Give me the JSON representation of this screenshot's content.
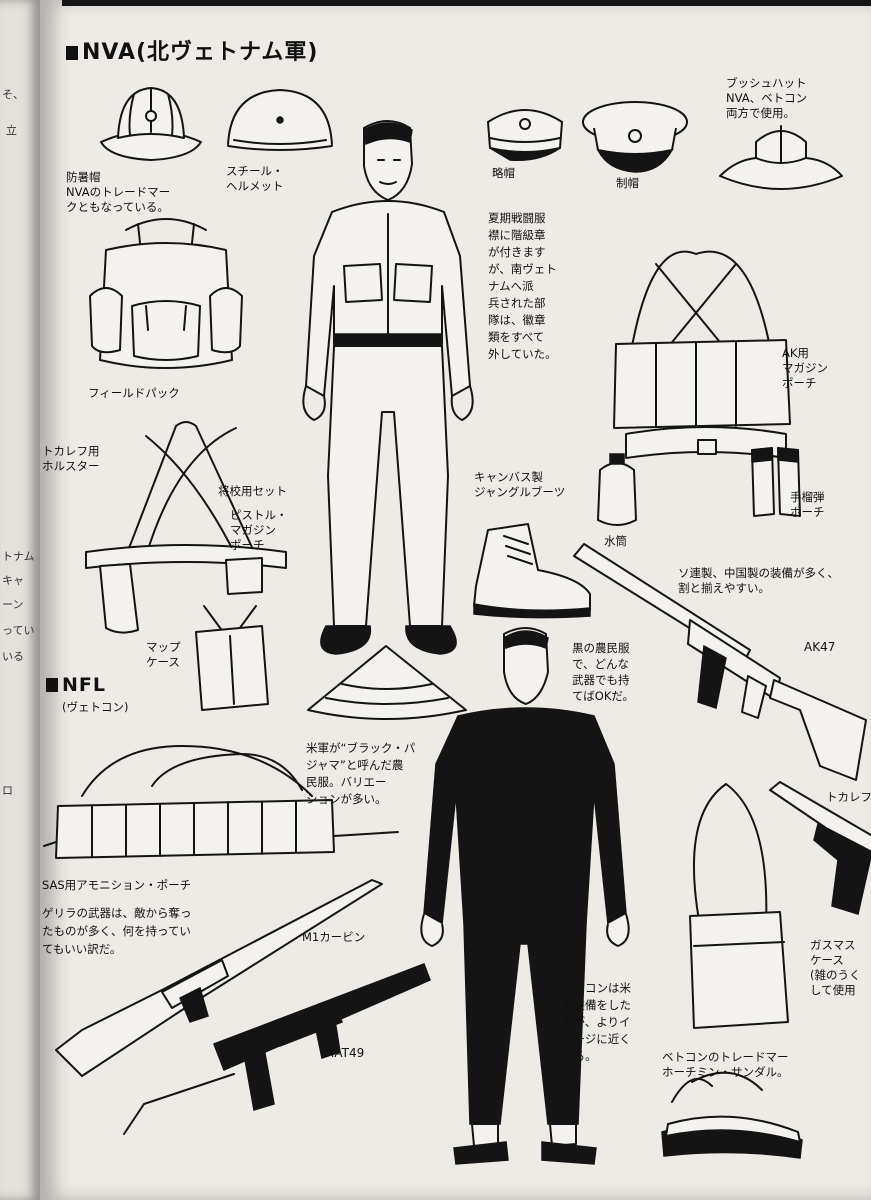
{
  "prev_page": {
    "fragments": [
      "そ、",
      "立",
      "トナム",
      "キャ",
      "ーン",
      "ってい",
      "いる",
      "ロ"
    ]
  },
  "sections": {
    "nva_title": "NVA(北ヴェトナム軍)",
    "nfl_title": "NFL",
    "nfl_subtitle": "(ヴェトコン)"
  },
  "labels": {
    "pith_helmet": "防暑帽\nNVAのトレードマー\nクともなっている。",
    "steel_helmet": "スチール・\nヘルメット",
    "field_cap": "略帽",
    "service_cap": "制帽",
    "bush_hat": "ブッシュハット\nNVA、ベトコン\n両方で使用。",
    "field_pack": "フィールドパック",
    "summer_uniform": "夏期戦闘服\n襟に階級章\nが付きます\nが、南ヴェト\nナムへ派\n兵された部\n隊は、徽章\n類をすべて\n外していた。",
    "ak_pouch": "AK用\nマガジン\nポーチ",
    "tokarev_holster": "トカレフ用\nホルスター",
    "officer_set": "将校用セット",
    "pistol_pouch": "ピストル・\nマガジン\nポーチ",
    "jungle_boots": "キャンバス製\nジャングルブーツ",
    "grenade_pouch": "手榴弾\nポーチ",
    "canteen": "水筒",
    "soviet_note": "ソ連製、中国製の装備が多く、\n割と揃えやすい。",
    "map_case": "マップ\nケース",
    "black_farmer": "黒の農民服\nで、どんな\n武器でも持\nてばOKだ。",
    "ak47": "AK47",
    "black_pajama": "米軍が“ブラック・パ\nジャマ”と呼んだ農\n民服。バリエー\nションが多い。",
    "tokarev": "トカレフ",
    "sas_pouch": "SAS用アモニション・ポーチ",
    "guerrilla_note": "ゲリラの武器は、敵から奪っ\nたものが多く、何を持ってい\nてもいい訳だ。",
    "m1_carbine": "M1カービン",
    "gasmask_case": "ガスマス\nケース\n(雑のうく\nして使用",
    "vc_us_gear": "ベトコンは米\n軍装備をした\n方が、よりイ\nメージに近く\nなる。",
    "mat49": "MAT49",
    "ho_chi_minh_sandal": "ベトコンのトレードマー\nホーチミン・サンダル。"
  },
  "colors": {
    "ink": "#141414",
    "paper": "#eeebe6",
    "background": "#6a6663"
  }
}
